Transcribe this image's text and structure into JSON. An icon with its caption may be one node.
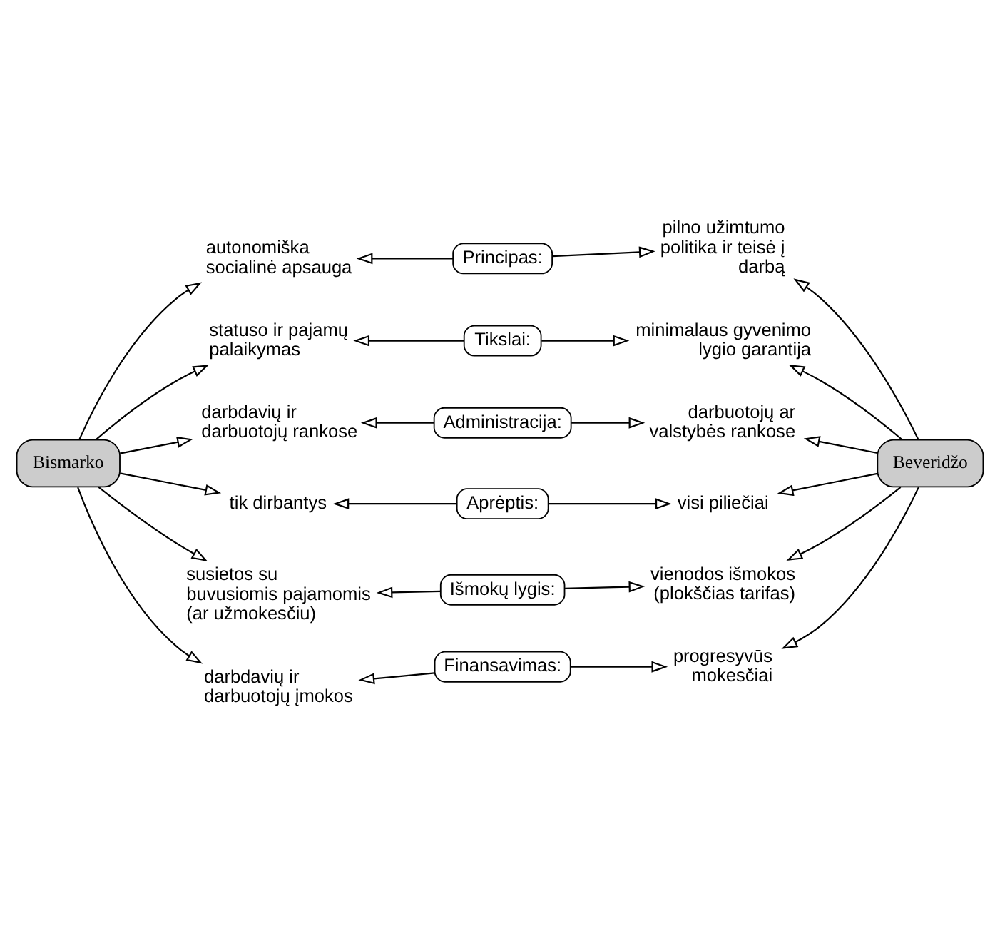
{
  "diagram": {
    "nodes": [
      {
        "text": [
          "Bismarko"
        ]
      },
      {
        "text": [
          "Beveridžo"
        ]
      },
      {
        "text": [
          "autonomiška socialinė apsauga"
        ]
      },
      {
        "text": [
          "statuso ir pajamų palaikymas"
        ]
      },
      {
        "text": [
          "darbdavių ir darbuotojų rankose"
        ]
      },
      {
        "text": [
          "tik dirbantys"
        ]
      },
      {
        "text": [
          "susietos su buvusiomis pajamomis (ar užmokesčiu)"
        ]
      },
      {
        "text": [
          "darbdavių ir darbuotojų įmokos"
        ]
      },
      {
        "text": [
          "Principas:"
        ]
      },
      {
        "text": [
          "Tikslai:"
        ]
      },
      {
        "text": [
          "Administracija:"
        ]
      },
      {
        "text": [
          "Aprėptis:"
        ]
      },
      {
        "text": [
          "Išmokų lygis:"
        ]
      },
      {
        "text": [
          "Finansavimas:"
        ]
      },
      {
        "text": [
          "pilno užimtumo politika ir teisė į darbą"
        ]
      },
      {
        "text": [
          "minimalaus gyvenimo lygio garantija"
        ]
      },
      {
        "text": [
          "darbuotojų ar valstybės rankose"
        ]
      },
      {
        "text": [
          "visi piliečiai"
        ]
      },
      {
        "text": [
          "vienodos išmokos (plokščias tarifas)"
        ]
      },
      {
        "text": [
          "progresyvūs mokesčiai"
        ]
      }
    ],
    "edges": [
      {
        "from": 0,
        "to": 2,
        "arrow": "to"
      },
      {
        "from": 0,
        "to": 3,
        "arrow": "to"
      },
      {
        "from": 0,
        "to": 4,
        "arrow": "to"
      },
      {
        "from": 0,
        "to": 5,
        "arrow": "to"
      },
      {
        "from": 0,
        "to": 6,
        "arrow": "to"
      },
      {
        "from": 0,
        "to": 7,
        "arrow": "to"
      },
      {
        "from": 1,
        "to": 14,
        "arrow": "to"
      },
      {
        "from": 1,
        "to": 15,
        "arrow": "to"
      },
      {
        "from": 1,
        "to": 16,
        "arrow": "to"
      },
      {
        "from": 1,
        "to": 17,
        "arrow": "to"
      },
      {
        "from": 1,
        "to": 18,
        "arrow": "to"
      },
      {
        "from": 1,
        "to": 19,
        "arrow": "to"
      },
      {
        "from": 8,
        "to": 2,
        "arrow": "to"
      },
      {
        "from": 8,
        "to": 14,
        "arrow": "to"
      },
      {
        "from": 9,
        "to": 3,
        "arrow": "to"
      },
      {
        "from": 9,
        "to": 15,
        "arrow": "to"
      },
      {
        "from": 10,
        "to": 4,
        "arrow": "to"
      },
      {
        "from": 10,
        "to": 16,
        "arrow": "to"
      },
      {
        "from": 11,
        "to": 5,
        "arrow": "to"
      },
      {
        "from": 11,
        "to": 17,
        "arrow": "to"
      },
      {
        "from": 12,
        "to": 6,
        "arrow": "to"
      },
      {
        "from": 12,
        "to": 18,
        "arrow": "to"
      },
      {
        "from": 13,
        "to": 7,
        "arrow": "to"
      },
      {
        "from": 13,
        "to": 19,
        "arrow": "to"
      }
    ]
  }
}
